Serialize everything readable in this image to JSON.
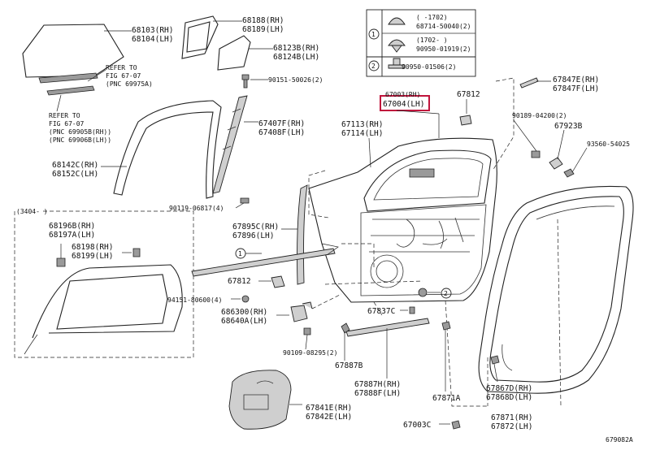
{
  "callouts": [
    {
      "id": "c-68103",
      "lines": [
        "68103(RH)",
        "68104(LH)"
      ]
    },
    {
      "id": "c-68188",
      "lines": [
        "68188(RH)",
        "68189(LH)"
      ]
    },
    {
      "id": "c-68123",
      "lines": [
        "68123B(RH)",
        "68124B(LH)"
      ]
    },
    {
      "id": "c-90151",
      "lines": [
        "90151-50026(2)"
      ]
    },
    {
      "id": "c-refer1",
      "lines": [
        "REFER TO",
        "FIG 67-07",
        "(PNC 69975A)"
      ]
    },
    {
      "id": "c-refer2",
      "lines": [
        "REFER TO",
        "FIG 67-07",
        "(PNC 69905B(RH))",
        "(PNC 69906B(LH))"
      ]
    },
    {
      "id": "c-67407",
      "lines": [
        "67407F(RH)",
        "67408F(LH)"
      ]
    },
    {
      "id": "c-68142",
      "lines": [
        "68142C(RH)",
        "68152C(LH)"
      ]
    },
    {
      "id": "c-90119",
      "lines": [
        "90119-06817(4)"
      ]
    },
    {
      "id": "c-67003",
      "lines": [
        "67003(RH)"
      ]
    },
    {
      "id": "c-67004",
      "lines": [
        "67004(LH)"
      ]
    },
    {
      "id": "c-67812a",
      "lines": [
        "67812"
      ]
    },
    {
      "id": "c-67113",
      "lines": [
        "67113(RH)",
        "67114(LH)"
      ]
    },
    {
      "id": "c-67847",
      "lines": [
        "67847E(RH)",
        "67847F(LH)"
      ]
    },
    {
      "id": "c-90189",
      "lines": [
        "90189-04200(2)"
      ]
    },
    {
      "id": "c-67923",
      "lines": [
        "67923B"
      ]
    },
    {
      "id": "c-93560",
      "lines": [
        "93560-54025"
      ]
    },
    {
      "id": "c-67895",
      "lines": [
        "67895C(RH)",
        "67896(LH)"
      ]
    },
    {
      "id": "c-67812b",
      "lines": [
        "67812"
      ]
    },
    {
      "id": "c-94151",
      "lines": [
        "94151-80600(4)"
      ]
    },
    {
      "id": "c-68630",
      "lines": [
        "686300(RH)",
        "68640A(LH)"
      ]
    },
    {
      "id": "c-67837",
      "lines": [
        "67837C"
      ]
    },
    {
      "id": "c-90109",
      "lines": [
        "90109-08295(2)"
      ]
    },
    {
      "id": "c-67887b",
      "lines": [
        "67887B"
      ]
    },
    {
      "id": "c-67887h",
      "lines": [
        "67887H(RH)",
        "67888F(LH)"
      ]
    },
    {
      "id": "c-67841",
      "lines": [
        "67841E(RH)",
        "67842E(LH)"
      ]
    },
    {
      "id": "c-67871a",
      "lines": [
        "67871A"
      ]
    },
    {
      "id": "c-67867",
      "lines": [
        "67867D(RH)",
        "67868D(LH)"
      ]
    },
    {
      "id": "c-67003c",
      "lines": [
        "67003C"
      ]
    },
    {
      "id": "c-67871",
      "lines": [
        "67871(RH)",
        "67872(LH)"
      ]
    },
    {
      "id": "c-68196",
      "lines": [
        "68196B(RH)",
        "68197A(LH)"
      ]
    },
    {
      "id": "c-68198",
      "lines": [
        "68198(RH)",
        "68199(LH)"
      ]
    }
  ],
  "inset": {
    "label": "(3404-   )"
  },
  "legend": {
    "row1_num": "1",
    "row2_num": "2",
    "row1_top": "(    -1702)",
    "row1_top_part": "68714-50040(2)",
    "row1_bot": "(1702-    )",
    "row1_bot_part": "90950-01919(2)",
    "row2_part": "90950-01506(2)"
  },
  "markers": {
    "one": "1",
    "two": "2"
  },
  "figure_id": "679082A",
  "highlight_color": "#c0143c"
}
